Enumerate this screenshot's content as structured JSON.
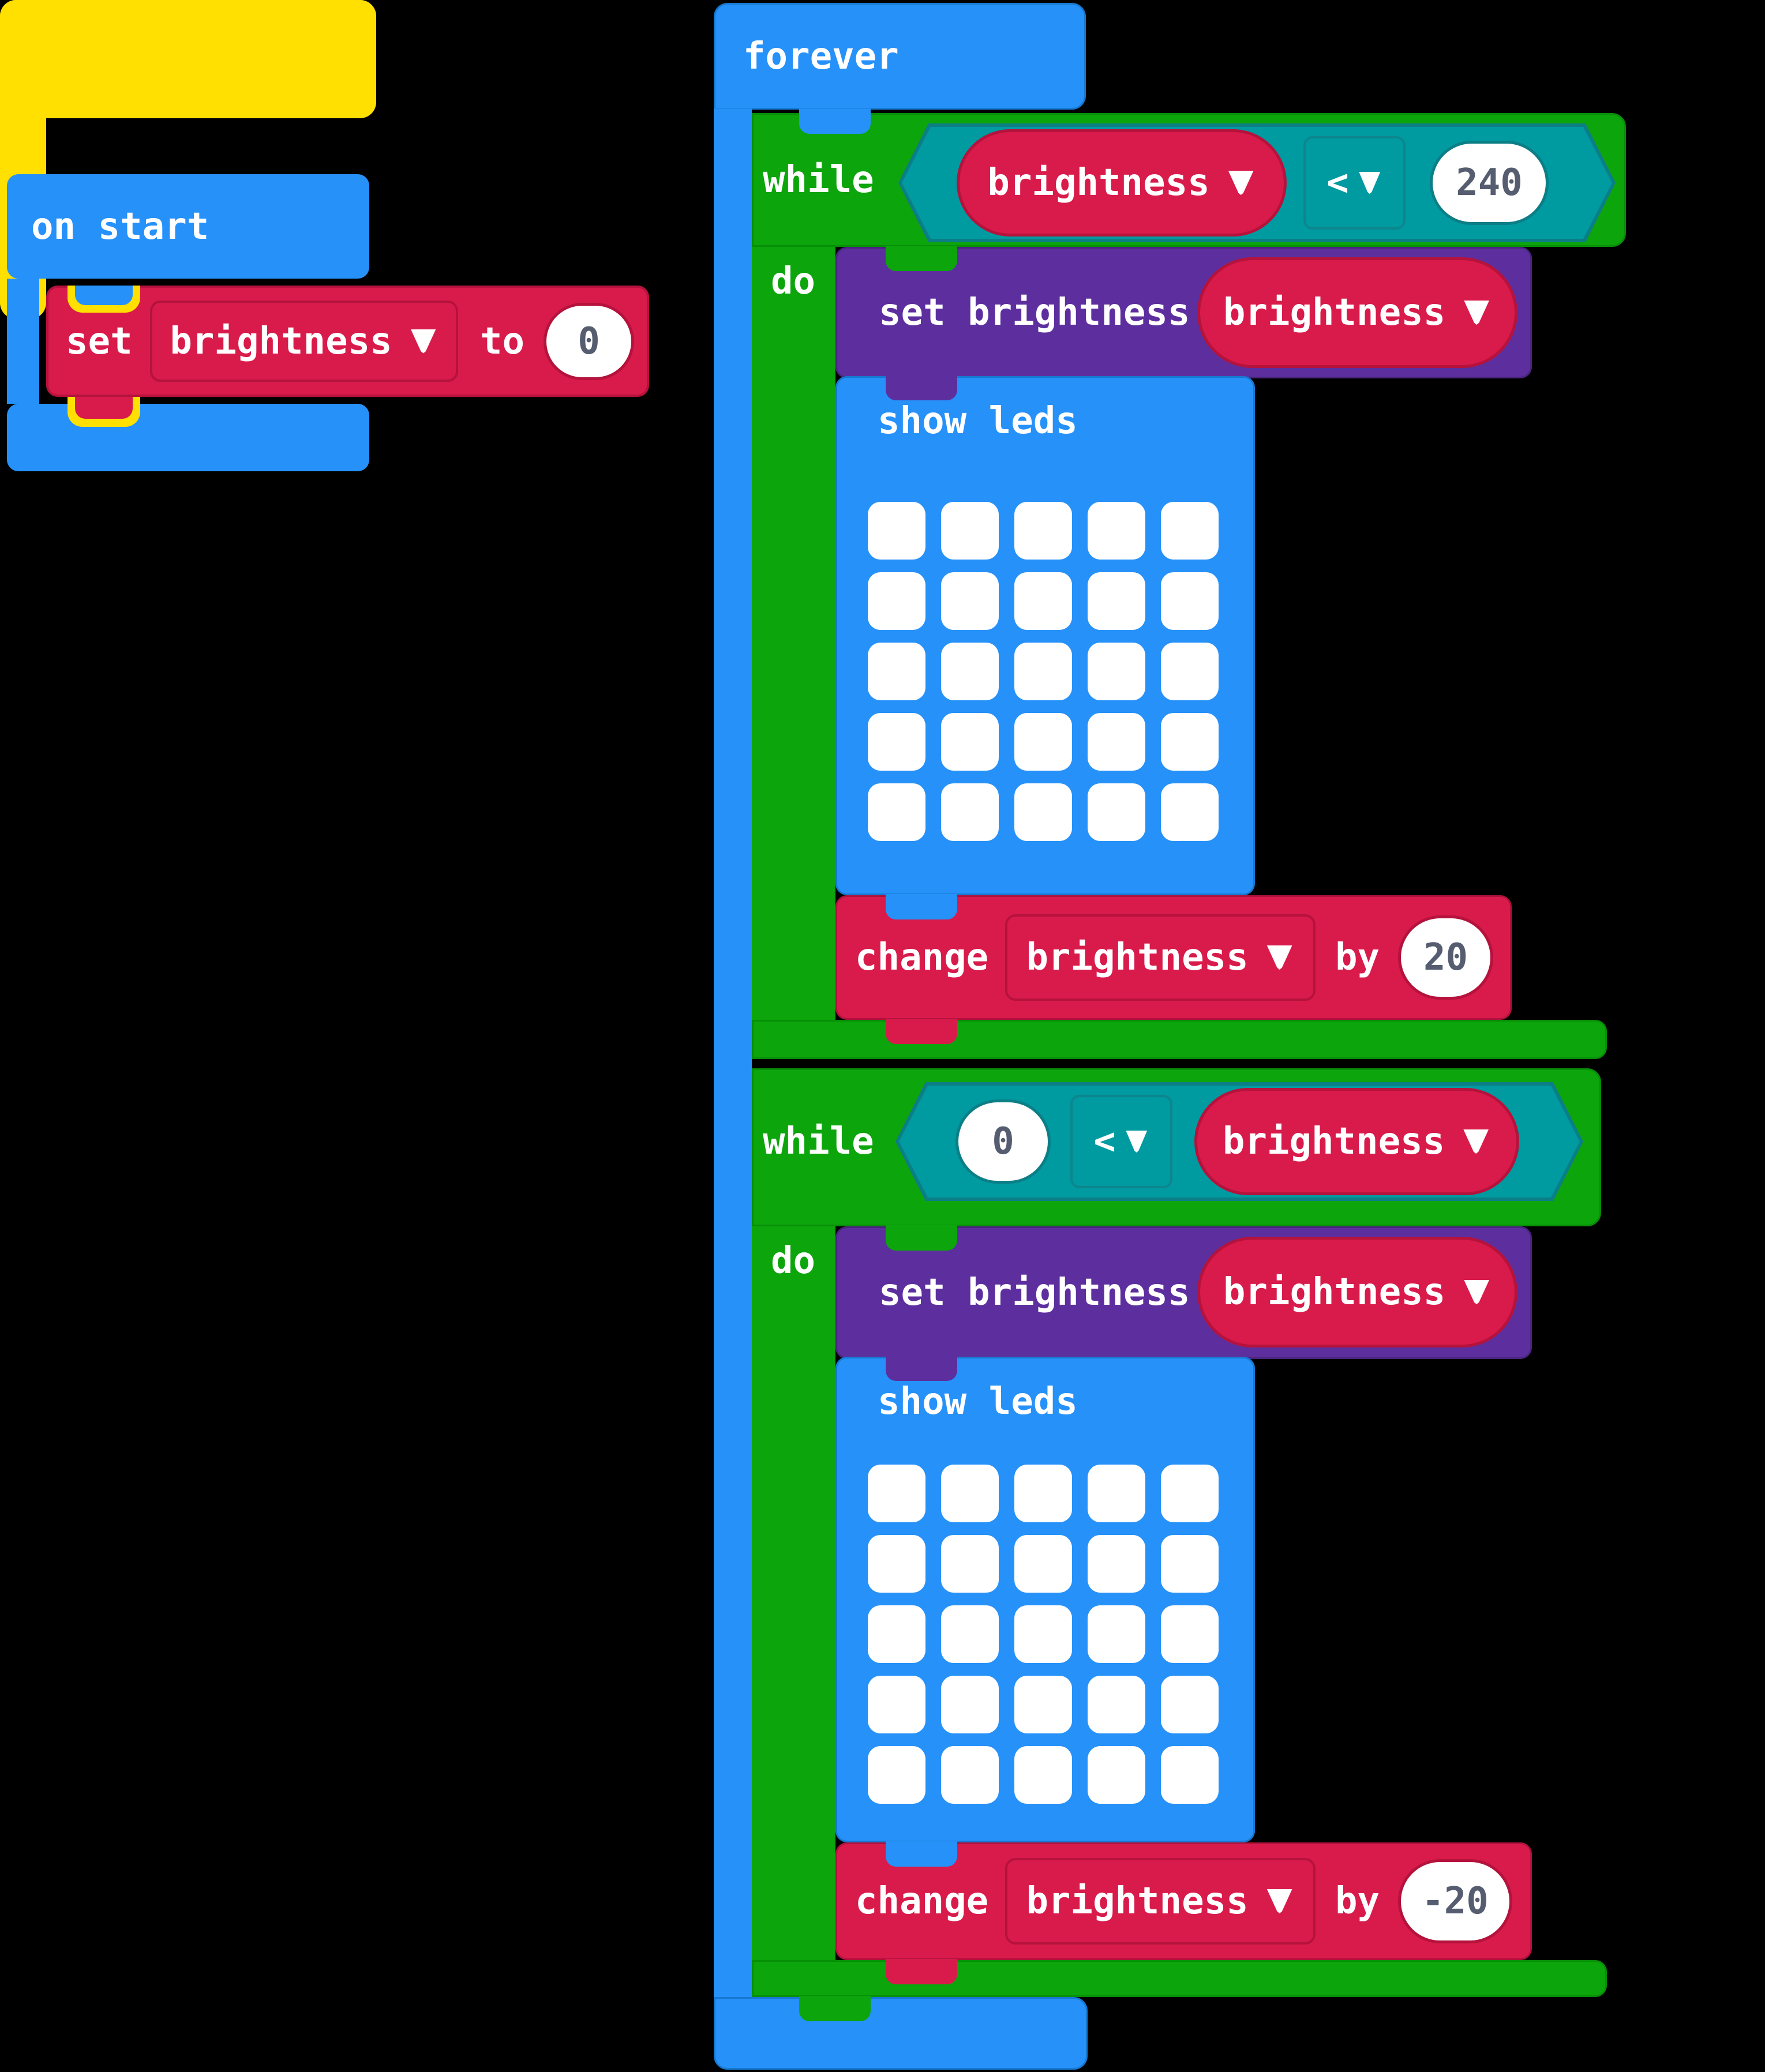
{
  "palette": {
    "background": "#000000",
    "basic_blue": "#2691f9",
    "loops_green": "#0ca50c",
    "logic_teal": "#009aa1",
    "variables_red": "#d81b4b",
    "led_purple": "#5d2f9e",
    "highlight_yellow": "#ffe000",
    "number_text": "#565d70"
  },
  "on_start": {
    "title": "on start",
    "set_label": "set",
    "variable": "brightness",
    "to_label": "to",
    "value": "0"
  },
  "forever": {
    "title": "forever"
  },
  "loop_up": {
    "while_label": "while",
    "do_label": "do",
    "cond_left": "brightness",
    "cond_op": "<",
    "cond_right": "240",
    "set_brightness_label": "set brightness",
    "set_brightness_var": "brightness",
    "show_leds_label": "show leds",
    "change_label": "change",
    "change_var": "brightness",
    "by_label": "by",
    "change_value": "20"
  },
  "loop_down": {
    "while_label": "while",
    "do_label": "do",
    "cond_left": "0",
    "cond_op": "<",
    "cond_right": "brightness",
    "set_brightness_label": "set brightness",
    "set_brightness_var": "brightness",
    "show_leds_label": "show leds",
    "change_label": "change",
    "change_var": "brightness",
    "by_label": "by",
    "change_value": "-20"
  },
  "led_grid": {
    "rows": 5,
    "cols": 5
  }
}
